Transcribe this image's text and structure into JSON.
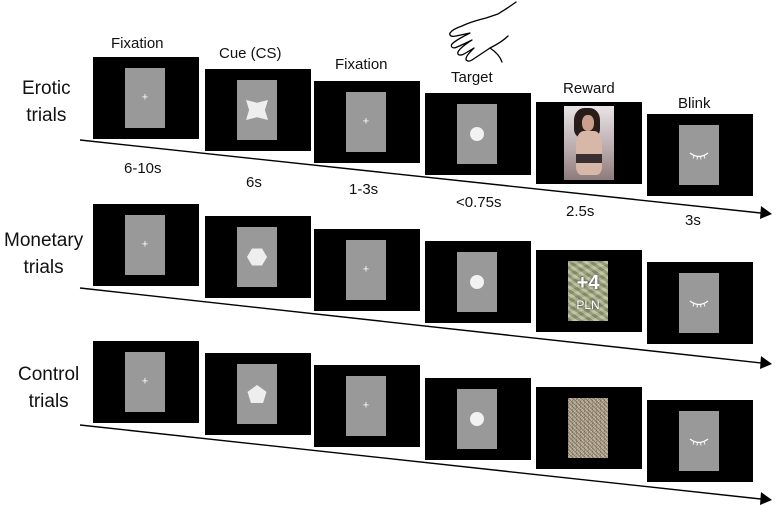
{
  "column_labels": [
    "Fixation",
    "Cue (CS)",
    "Fixation",
    "Target",
    "Reward",
    "Blink"
  ],
  "durations": [
    "6-10s",
    "6s",
    "1-3s",
    "<0.75s",
    "2.5s",
    "3s"
  ],
  "rows": [
    {
      "title_line1": "Erotic",
      "title_line2": "trials",
      "cue_shape": "concave-square",
      "reward": "erotic-image"
    },
    {
      "title_line1": "Monetary",
      "title_line2": "trials",
      "cue_shape": "hexagon",
      "reward": "money-image",
      "reward_amount": "+4",
      "reward_currency": "PLN"
    },
    {
      "title_line1": "Control",
      "title_line2": "trials",
      "cue_shape": "pentagon",
      "reward": "scrambled-image"
    }
  ],
  "stimuli": {
    "fixation_symbol": "+",
    "target_shape": "circle",
    "blink_icon": "closed-eye-icon"
  },
  "colors": {
    "panel": "#000000",
    "screen": "#999999",
    "shape": "#eeeeee",
    "arrow": "#000000"
  }
}
